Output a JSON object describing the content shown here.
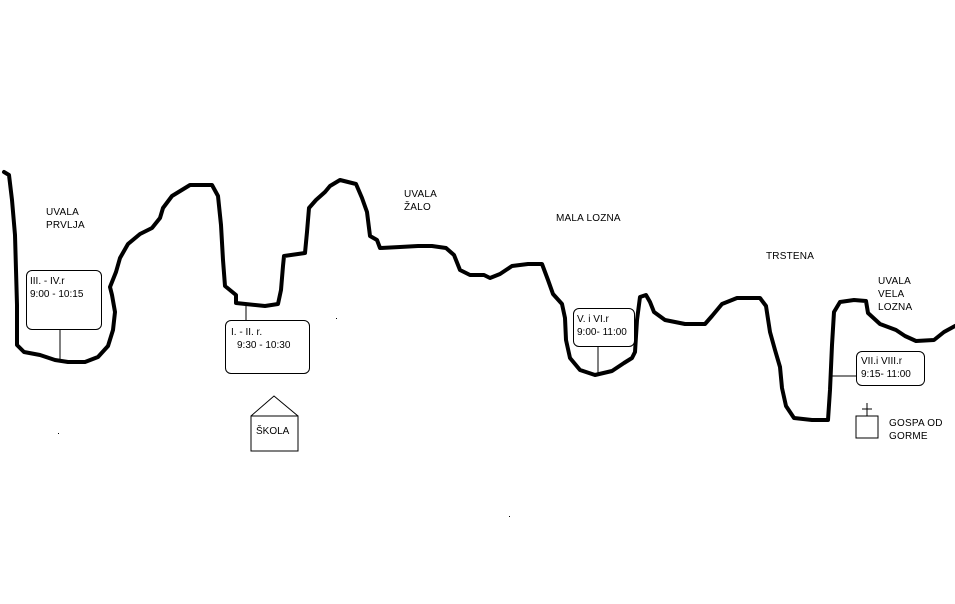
{
  "places": {
    "prvlja": [
      "UVALA",
      "PRVLJA"
    ],
    "zalo": [
      "UVALA",
      "ŽALO"
    ],
    "mala_lozna": "MALA LOZNA",
    "trstena": "TRSTENA",
    "vela_lozna": [
      "UVALA",
      "VELA",
      "LOZNA"
    ],
    "gospa": [
      "GOSPA OD",
      "GORME"
    ]
  },
  "schedules": {
    "prvlja": {
      "grades": "III. - IV.r",
      "time": "9:00 - 10:15"
    },
    "school": {
      "grades": "I. - II. r.",
      "time": "9:30 - 10:30"
    },
    "mala_lozna": {
      "grades": "V. i VI.r",
      "time": "9:00- 11:00"
    },
    "vela_lozna": {
      "grades": "VII.i VIII.r",
      "time": "9:15- 11:00"
    }
  },
  "school": {
    "label": "ŠKOLA"
  },
  "icons": {
    "school": "house-icon",
    "church": "church-cross-icon"
  },
  "colors": {
    "line": "#000000",
    "background": "#ffffff"
  }
}
